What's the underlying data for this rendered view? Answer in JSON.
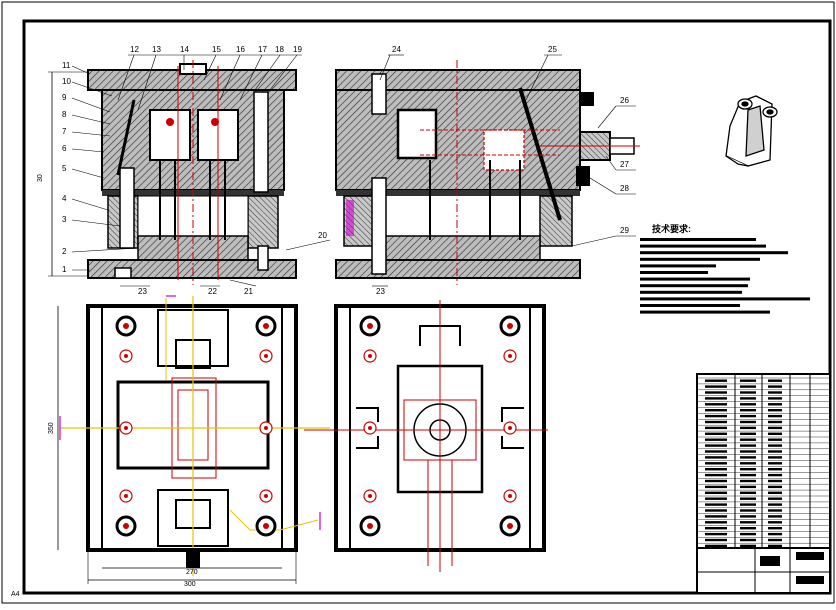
{
  "sheet": {
    "corner_mark": "A4",
    "dim_height_top": "30",
    "dim_plan_height": "350",
    "dim_plan_width": "300",
    "dim_plan_inner": "270"
  },
  "labels_left": [
    "11",
    "10",
    "9",
    "8",
    "7",
    "6",
    "5",
    "4",
    "3",
    "2",
    "1"
  ],
  "labels_top_left": [
    "12",
    "13",
    "14",
    "15",
    "16",
    "17",
    "18",
    "19"
  ],
  "labels_bottom_left": [
    "23",
    "22",
    "21"
  ],
  "label_20": "20",
  "labels_top_right": [
    "24",
    "25"
  ],
  "labels_side_right": [
    "26",
    "27",
    "28",
    "29"
  ],
  "label_bottom_right": "23",
  "notes": {
    "title": "技术要求:",
    "line_count": 12
  },
  "colors": {
    "ink": "#000000",
    "hatch": "#3a3a3a",
    "centerline": "#cc0000",
    "projection": "#e6c400",
    "accent": "#cc00cc",
    "cooling": "#cc0000",
    "steel": "#dcdcdc"
  }
}
